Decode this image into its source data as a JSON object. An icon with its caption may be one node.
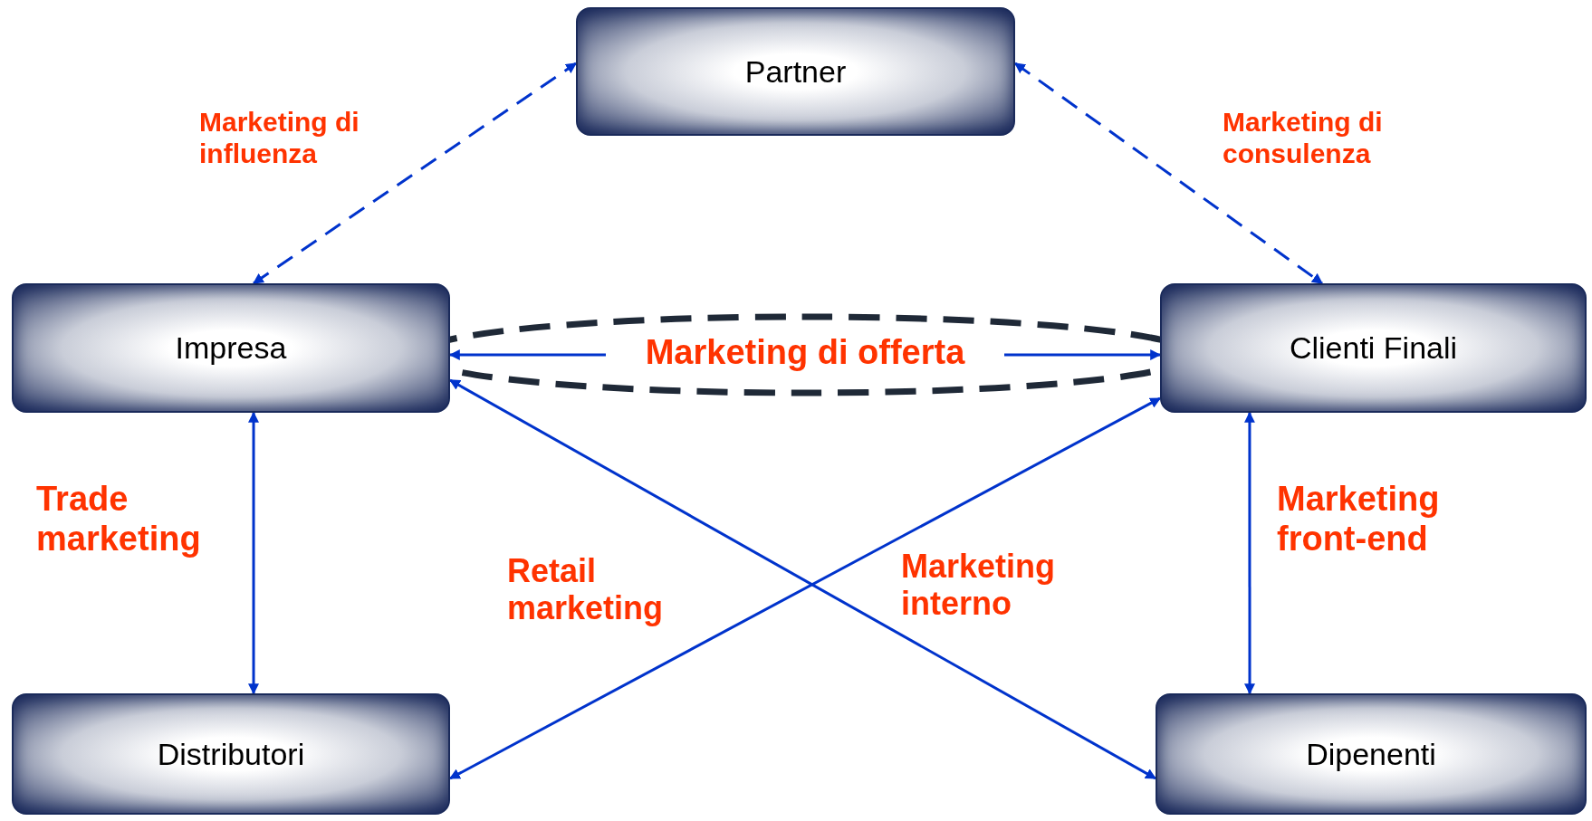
{
  "diagram": {
    "nodes": [
      {
        "text": [
          "Partner"
        ]
      },
      {
        "text": [
          "Impresa"
        ]
      },
      {
        "text": [
          "Clienti Finali"
        ]
      },
      {
        "text": [
          "Distributori"
        ]
      },
      {
        "text": [
          "Dipenenti"
        ]
      }
    ],
    "edges": [
      {
        "from": 1,
        "to": 0,
        "arrow": "both",
        "style": "dashed",
        "label": "Marketing di influenza"
      },
      {
        "from": 0,
        "to": 2,
        "arrow": "both",
        "style": "dashed",
        "label": "Marketing di consulenza"
      },
      {
        "from": 1,
        "to": 2,
        "arrow": "both",
        "label": "Marketing di offerta"
      },
      {
        "from": 1,
        "to": 3,
        "arrow": "both",
        "label": "Trade marketing"
      },
      {
        "from": 2,
        "to": 4,
        "arrow": "both",
        "label": "Marketing front-end"
      },
      {
        "from": 2,
        "to": 3,
        "arrow": "both",
        "label": "Retail marketing"
      },
      {
        "from": 1,
        "to": 4,
        "arrow": "both",
        "label": "Marketing interno"
      }
    ]
  }
}
